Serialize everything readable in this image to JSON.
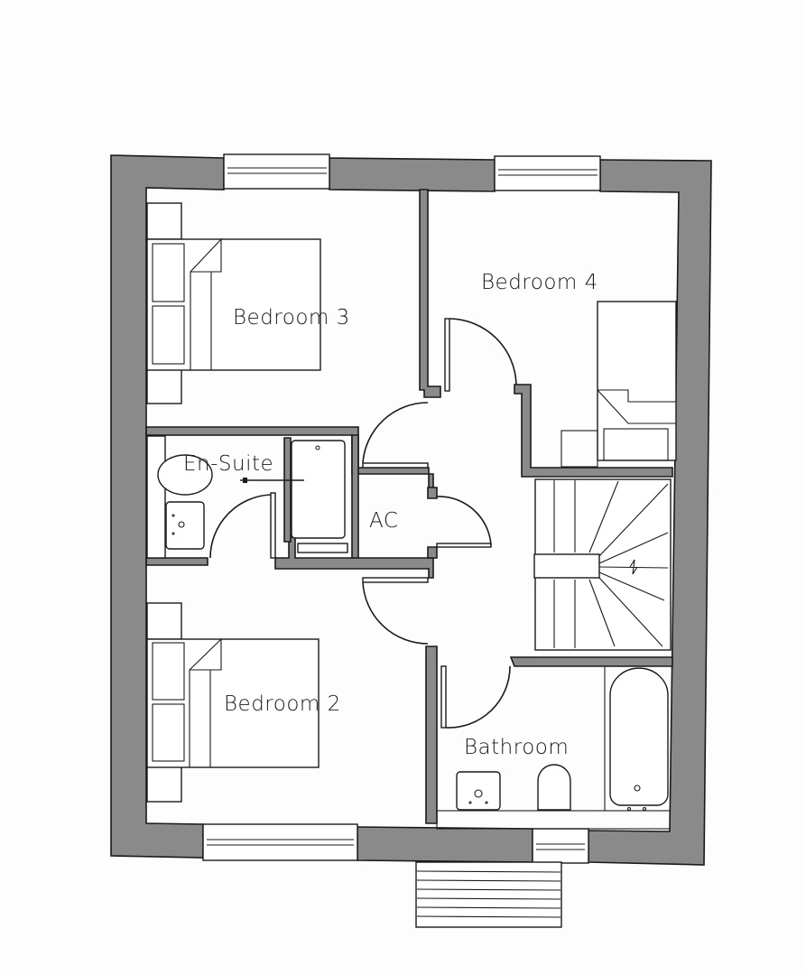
{
  "floor_plan": {
    "rooms": [
      {
        "id": "bedroom-3",
        "label": "Bedroom 3"
      },
      {
        "id": "bedroom-4",
        "label": "Bedroom 4"
      },
      {
        "id": "en-suite",
        "label": "En-Suite"
      },
      {
        "id": "ac",
        "label": "AC"
      },
      {
        "id": "bedroom-2",
        "label": "Bedroom 2"
      },
      {
        "id": "bathroom",
        "label": "Bathroom"
      }
    ],
    "features": [
      "staircase",
      "windows",
      "doors",
      "beds",
      "bath",
      "shower",
      "toilet",
      "basin",
      "porch-canopy"
    ],
    "colors": {
      "wall": "#8a8a8a",
      "line": "#1a1a1a",
      "background": "#fdfdfd"
    }
  }
}
